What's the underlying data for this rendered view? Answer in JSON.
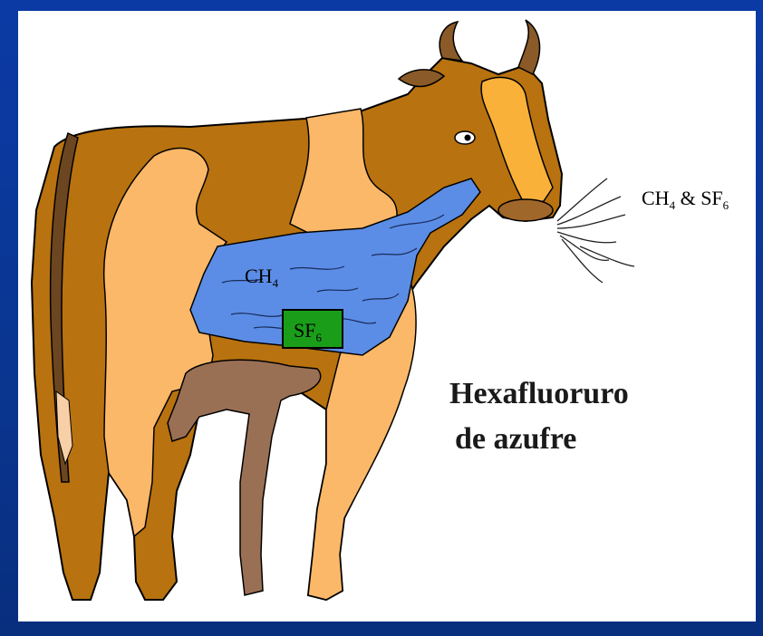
{
  "diagram": {
    "breath_label": {
      "gas1": "CH",
      "gas1_sub": "4",
      "connector": " & ",
      "gas2": "SF",
      "gas2_sub": "6"
    },
    "stomach_label": {
      "text": "CH",
      "sub": "4"
    },
    "capsule_label": {
      "text": "SF",
      "sub": "6"
    },
    "caption": {
      "line1": "Hexafluoruro",
      "line2": "de azufre"
    },
    "colors": {
      "background": "#0a3a9e",
      "cow_body": "#b8720f",
      "cow_patch": "#fbb868",
      "stomach": "#5b8de6",
      "capsule": "#1a9e1a",
      "udder": "#9a7055"
    }
  }
}
